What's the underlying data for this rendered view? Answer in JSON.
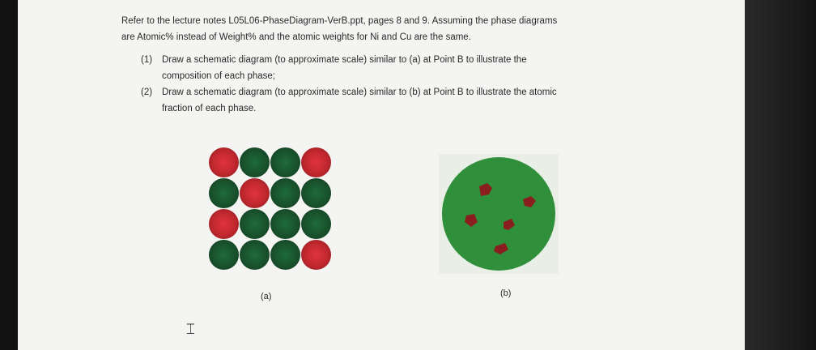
{
  "instructions": {
    "intro_lines": [
      "Refer to the lecture notes L05L06-PhaseDiagram-VerB.ppt, pages 8 and 9.  Assuming the phase diagrams",
      "are Atomic% instead of Weight% and the atomic weights for Ni and Cu are the same."
    ],
    "questions": [
      {
        "num": "(1)",
        "lines": [
          "Draw a schematic diagram (to approximate scale) similar to (a) at Point B to illustrate the",
          "composition of each phase;"
        ]
      },
      {
        "num": "(2)",
        "lines": [
          "Draw a schematic diagram (to approximate scale) similar to (b) at Point B to illustrate the atomic",
          "fraction of each phase."
        ]
      }
    ]
  },
  "figure_a": {
    "label": "(a)",
    "atoms": [
      [
        "red",
        "green",
        "green",
        "red"
      ],
      [
        "green",
        "red",
        "green",
        "green"
      ],
      [
        "red",
        "green",
        "green",
        "green"
      ],
      [
        "green",
        "green",
        "green",
        "red"
      ]
    ],
    "colors": {
      "red": "#c9282f",
      "green": "#1a5a31"
    }
  },
  "figure_b": {
    "label": "(b)",
    "matrix_color": "#2f8f3a",
    "particle_color": "#8a1e1e"
  },
  "cursor_icon": "text-cursor-icon"
}
